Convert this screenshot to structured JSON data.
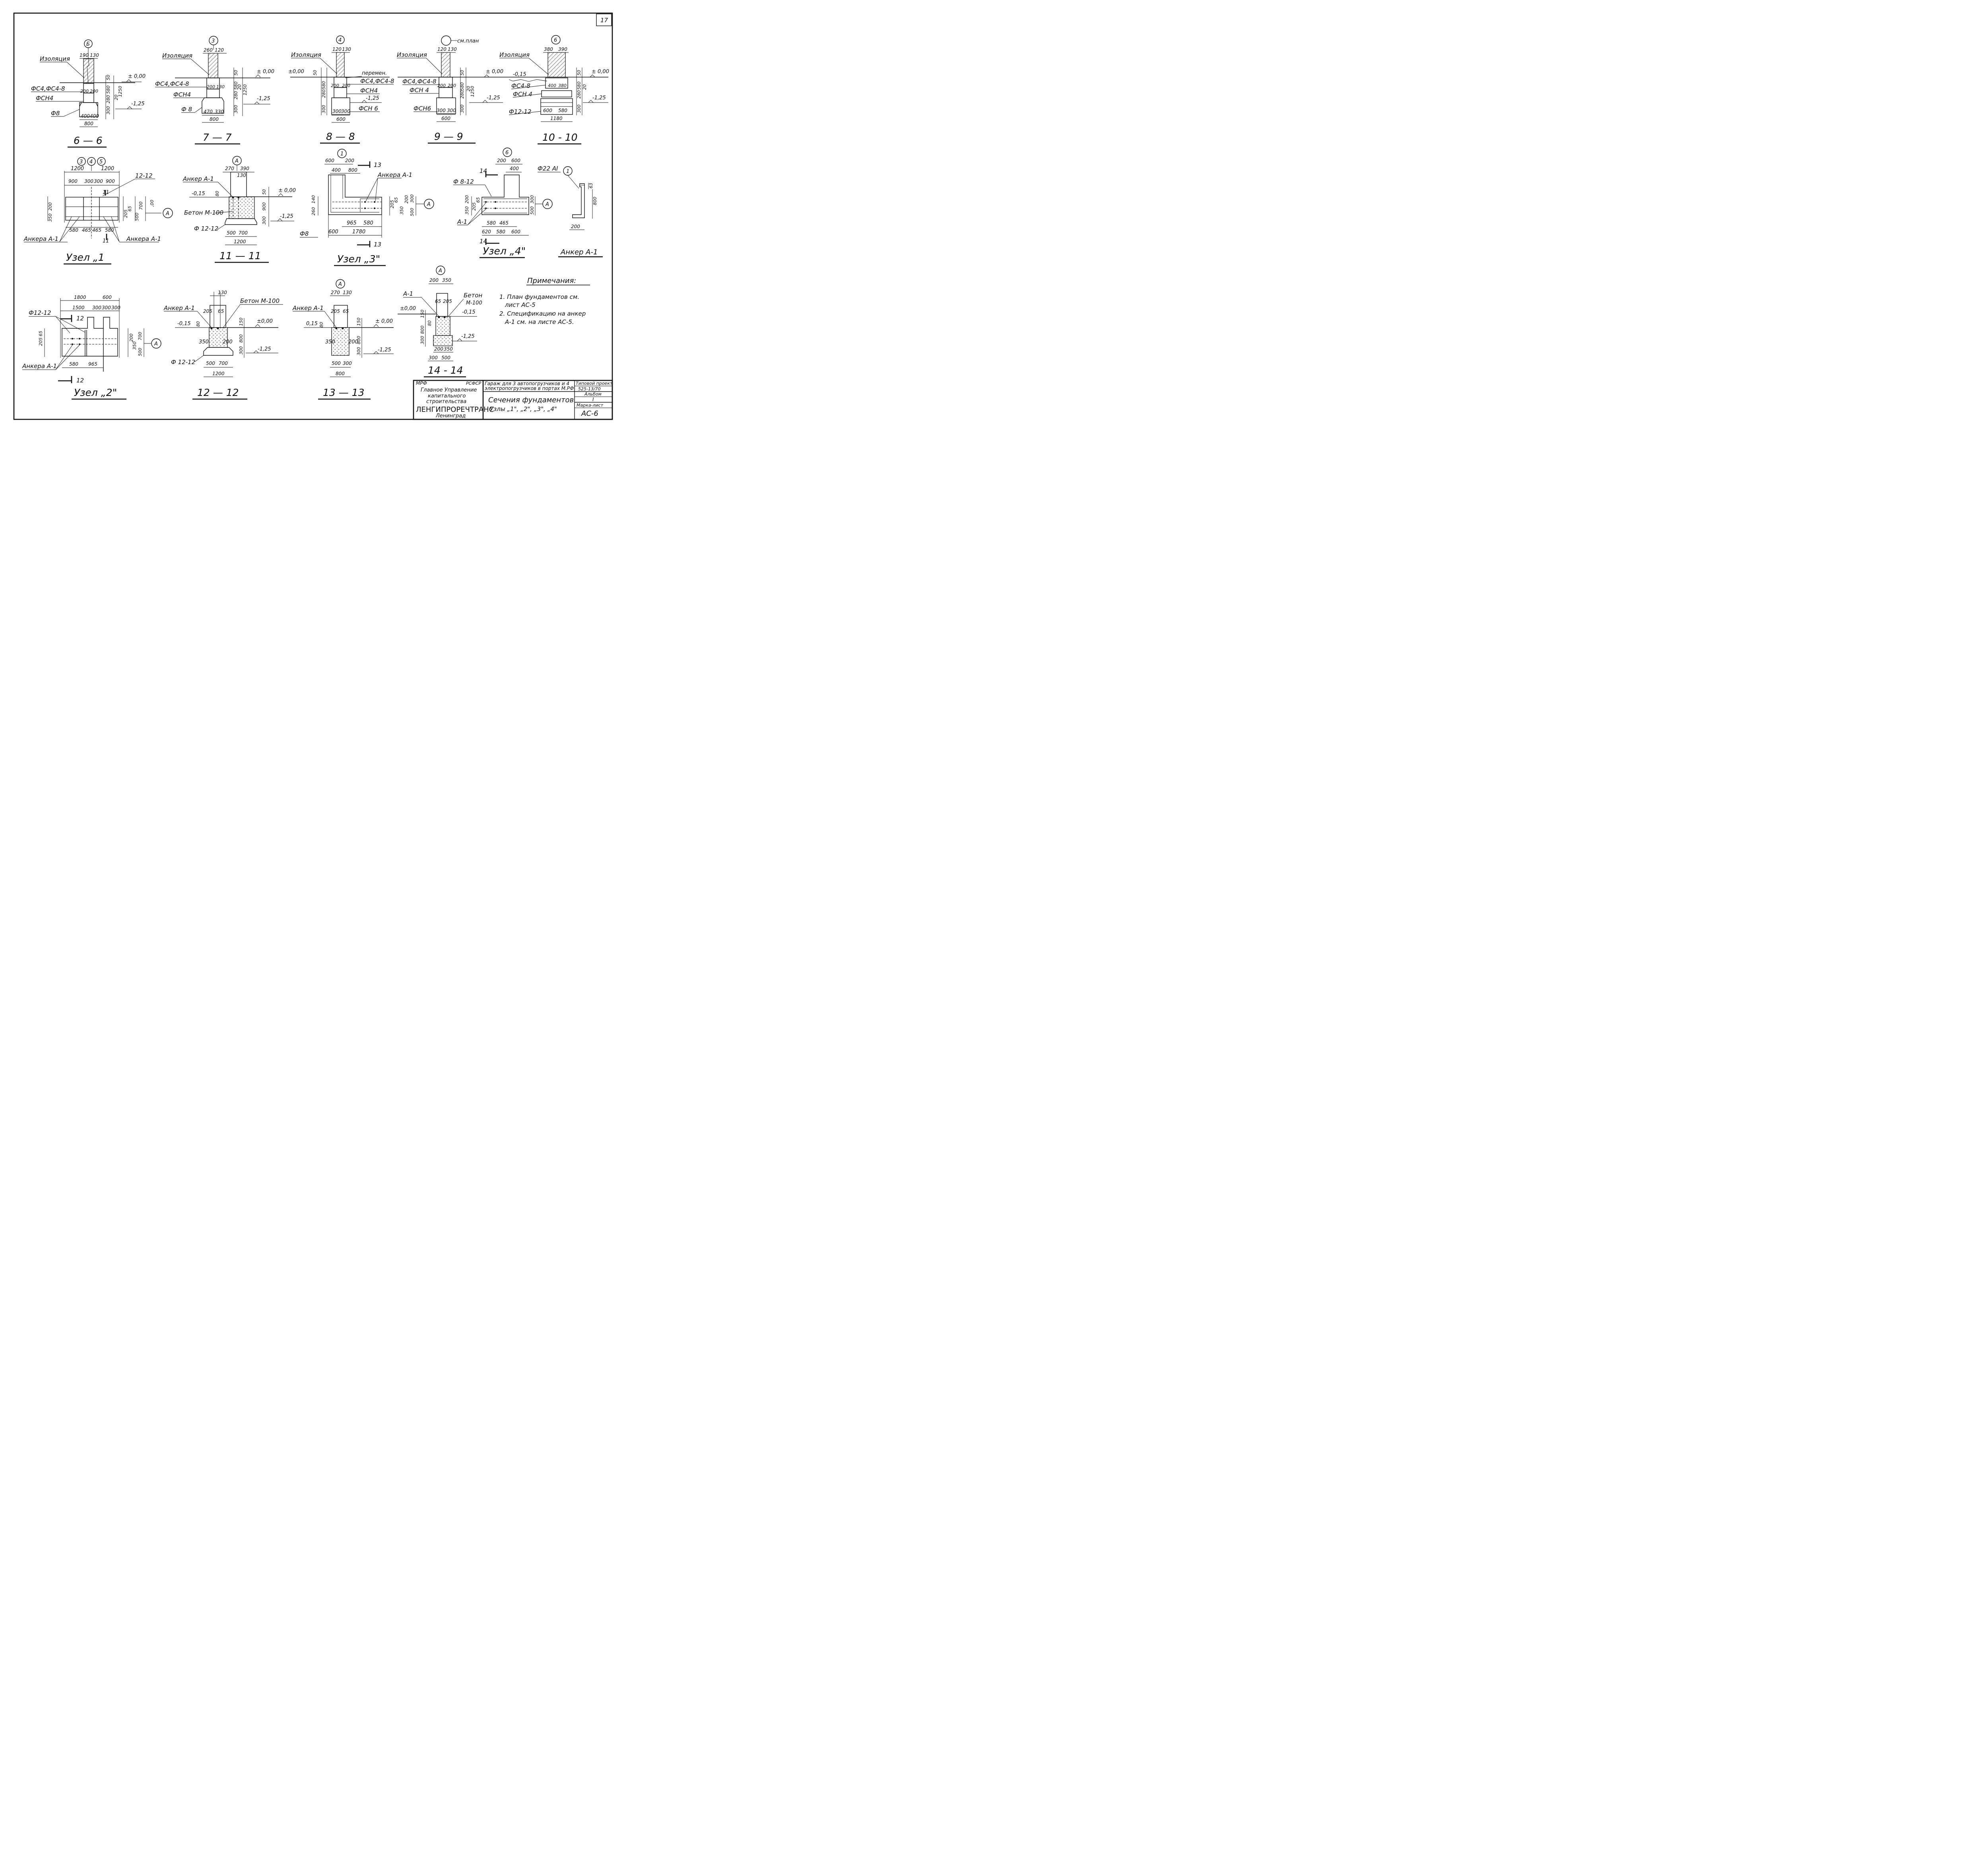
{
  "sheet_number": "17",
  "labels": {
    "izol": "Изоляция",
    "fs4": "ФС4,ФС4-8",
    "fs4b": "ФС4,ФС4-8",
    "fs4_8": "ФС4-8",
    "fsn4": "ФСН4",
    "fsn4b": "ФСН 4",
    "fsn6": "ФСН 6",
    "fsn6b": "ФСН6",
    "f8": "Ф8",
    "f8b": "Ф 8",
    "f12_12": "Ф 12-12",
    "f12_12b": "Ф12-12",
    "f8_12": "Ф 8-12",
    "f22": "Ф22 АI",
    "anker": "Анкер А-1",
    "ankera": "Анкера А-1",
    "ankerb": "Анкер А-1",
    "a1": "А-1",
    "beton": "Бетон М-100",
    "beton2": "Бетон",
    "m100": "М-100",
    "peremen": "перемен.",
    "sm_plan": "см.план",
    "lvl0": "± 0,00",
    "lvl0b": "±0,00",
    "lvl125": "-1,25",
    "lvl015": "-0,15",
    "lvl015b": "0,15",
    "v12_12": "12-12"
  },
  "axes": {
    "b": "Б",
    "a": "А",
    "n1": "1",
    "n3": "3",
    "n4": "4",
    "n5": "5",
    "n6": "6"
  },
  "section_marks": {
    "s11": "11",
    "s12": "12",
    "s13": "13",
    "s14": "14"
  },
  "dims": {
    "d190": "190",
    "d130": "130",
    "d260": "260",
    "d120": "120",
    "d380": "380",
    "d390": "390",
    "d50": "50",
    "d580": "580",
    "d20": "20",
    "d1250": "1250",
    "d200": "200",
    "d300": "300",
    "d280": "280",
    "d400": "400",
    "d800": "800",
    "d470": "470",
    "d330": "330",
    "d600": "600",
    "d1180": "1180",
    "d1200": "1200",
    "d900": "900",
    "d700": "700",
    "d350": "350",
    "d205": "205",
    "d65": "65",
    "d500": "500",
    "d465": "465",
    "d270": "270",
    "d80": "80",
    "d140": "140",
    "d965": "965",
    "d1780": "1780",
    "d620": "620",
    "d1800": "1800",
    "d1500": "1500",
    "d150": "150",
    "d63": "63",
    "d000": ",00"
  },
  "titles": {
    "s66": "6 — 6",
    "s77": "7 — 7",
    "s88": "8 — 8",
    "s99": "9 — 9",
    "s1010": "10 - 10",
    "uz1": "Узел „1",
    "s1111": "11 — 11",
    "uz3": "Узел „3\"",
    "uz4": "Узел „4\"",
    "ankerA1": "Анкер А-1",
    "uz2": "Узел „2\"",
    "s1212": "12 — 12",
    "s1313": "13 — 13",
    "s1414": "14 - 14"
  },
  "notes": {
    "heading": "Примечания:",
    "n1a": "1. План фундаментов см.",
    "n1b": "лист АС-5",
    "n2a": "2. Спецификацию на анкер",
    "n2b": "А-1 см. на листе АС-5."
  },
  "stamp": {
    "mpf": "МРФ",
    "rsfsr": "РСФСР",
    "org1": "Главное Управление",
    "org2": "капитального",
    "org3": "строительства",
    "org4": "ЛЕНГИПРОРЕЧТРАНС",
    "city": "Ленинград",
    "proj1": "Гараж для 3 автопогрузчиков и 4",
    "proj2": "электропогрузчиков в портах М.РФ",
    "title1": "Сечения фундаментов",
    "title2": "Узлы „1\", „2\", „3\", „4\"",
    "tp_label": "Типовой проект",
    "tp_number": "525-13/70",
    "album_label": "Альбом",
    "album_number": "I",
    "mark_label": "Марка-лист",
    "mark_value": "АС-6"
  }
}
